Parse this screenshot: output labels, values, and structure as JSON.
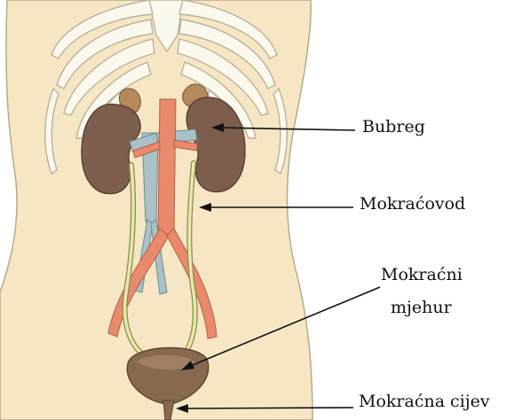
{
  "diagram": {
    "labels": {
      "kidney": "Bubreg",
      "ureter": "Mokraćovod",
      "bladder_line1": "Mokraćni",
      "bladder_line2": "mjehur",
      "urethra": "Mokraćna cijev"
    },
    "colors": {
      "skin": "#f6e6c4",
      "skin_outline": "#b9a98a",
      "bone": "#fbf8ee",
      "bone_outline": "#b9b29b",
      "kidney": "#7d5e4d",
      "kidney_outline": "#5a3f33",
      "adrenal": "#b58a59",
      "aorta": "#e98a6d",
      "vena_cava": "#a9c1c7",
      "ureter": "#e6e9a8",
      "bladder": "#86694f",
      "leader_line": "#111111"
    }
  }
}
